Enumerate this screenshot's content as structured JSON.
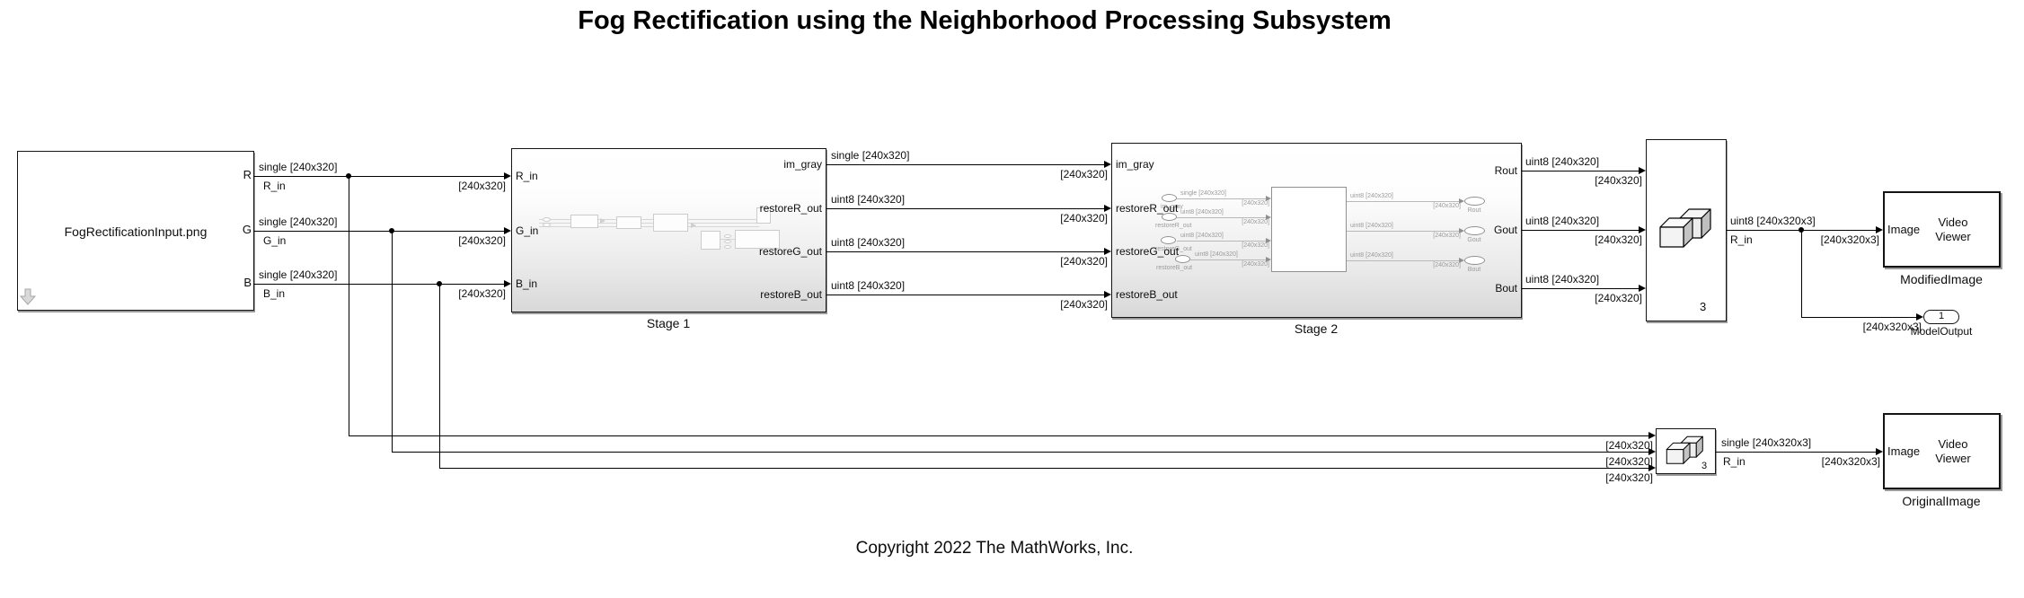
{
  "title": "Fog Rectification using the Neighborhood Processing Subsystem",
  "copyright": "Copyright 2022 The MathWorks, Inc.",
  "input_block": {
    "name": "FogRectificationInput.png",
    "ports": [
      {
        "letter": "R",
        "type": "single [240x320]",
        "signal": "R_in",
        "dim": "[240x320]"
      },
      {
        "letter": "G",
        "type": "single [240x320]",
        "signal": "G_in",
        "dim": "[240x320]"
      },
      {
        "letter": "B",
        "type": "single [240x320]",
        "signal": "B_in",
        "dim": "[240x320]"
      }
    ]
  },
  "stage1": {
    "name": "Stage 1",
    "inputs": [
      "R_in",
      "G_in",
      "B_in"
    ],
    "outputs": [
      "im_gray",
      "restoreR_out",
      "restoreG_out",
      "restoreB_out"
    ],
    "wires": [
      {
        "type": "single [240x320]",
        "dim": "[240x320]"
      },
      {
        "type": "uint8 [240x320]",
        "dim": "[240x320]"
      },
      {
        "type": "uint8 [240x320]",
        "dim": "[240x320]"
      },
      {
        "type": "uint8 [240x320]",
        "dim": "[240x320]"
      }
    ]
  },
  "stage2": {
    "name": "Stage 2",
    "inputs": [
      "im_gray",
      "restoreR_out",
      "restoreG_out",
      "restoreB_out"
    ],
    "outputs": [
      "Rout",
      "Gout",
      "Bout"
    ],
    "wires": [
      {
        "type": "uint8 [240x320]",
        "dim": "[240x320]"
      },
      {
        "type": "uint8 [240x320]",
        "dim": "[240x320]"
      },
      {
        "type": "uint8 [240x320]",
        "dim": "[240x320]"
      }
    ],
    "preview": {
      "inputs": [
        {
          "name": "im_gray",
          "type": "single [240x320]",
          "dim": "[240x320]"
        },
        {
          "name": "restoreR_out",
          "type": "uint8 [240x320]",
          "dim": "[240x320]"
        },
        {
          "name": "restoreG_out",
          "type": "uint8 [240x320]",
          "dim": "[240x320]"
        },
        {
          "name": "restoreB_out",
          "type": "uint8 [240x320]",
          "dim": "[240x320]"
        }
      ],
      "outputs": [
        {
          "name": "Rout",
          "type": "uint8 [240x320]",
          "dim": "[240x320]"
        },
        {
          "name": "Gout",
          "type": "uint8 [240x320]",
          "dim": "[240x320]"
        },
        {
          "name": "Bout",
          "type": "uint8 [240x320]",
          "dim": "[240x320]"
        }
      ]
    }
  },
  "concat_top": {
    "n": "3",
    "out_type": "uint8 [240x320x3]",
    "out_signal": "R_in",
    "to_viewer_dim": "[240x320x3]",
    "to_outport_dim": "[240x320x3]"
  },
  "viewer_modified": {
    "port": "Image",
    "label": "Video Viewer",
    "name": "ModifiedImage"
  },
  "outport": {
    "index": "1",
    "name": "ModelOutput"
  },
  "bottom_wires": {
    "dims": [
      "[240x320]",
      "[240x320]",
      "[240x320]"
    ]
  },
  "concat_bottom": {
    "n": "3",
    "out_type": "single [240x320x3]",
    "out_signal": "R_in",
    "to_viewer_dim": "[240x320x3]"
  },
  "viewer_original": {
    "port": "Image",
    "label": "Video Viewer",
    "name": "OriginalImage"
  }
}
